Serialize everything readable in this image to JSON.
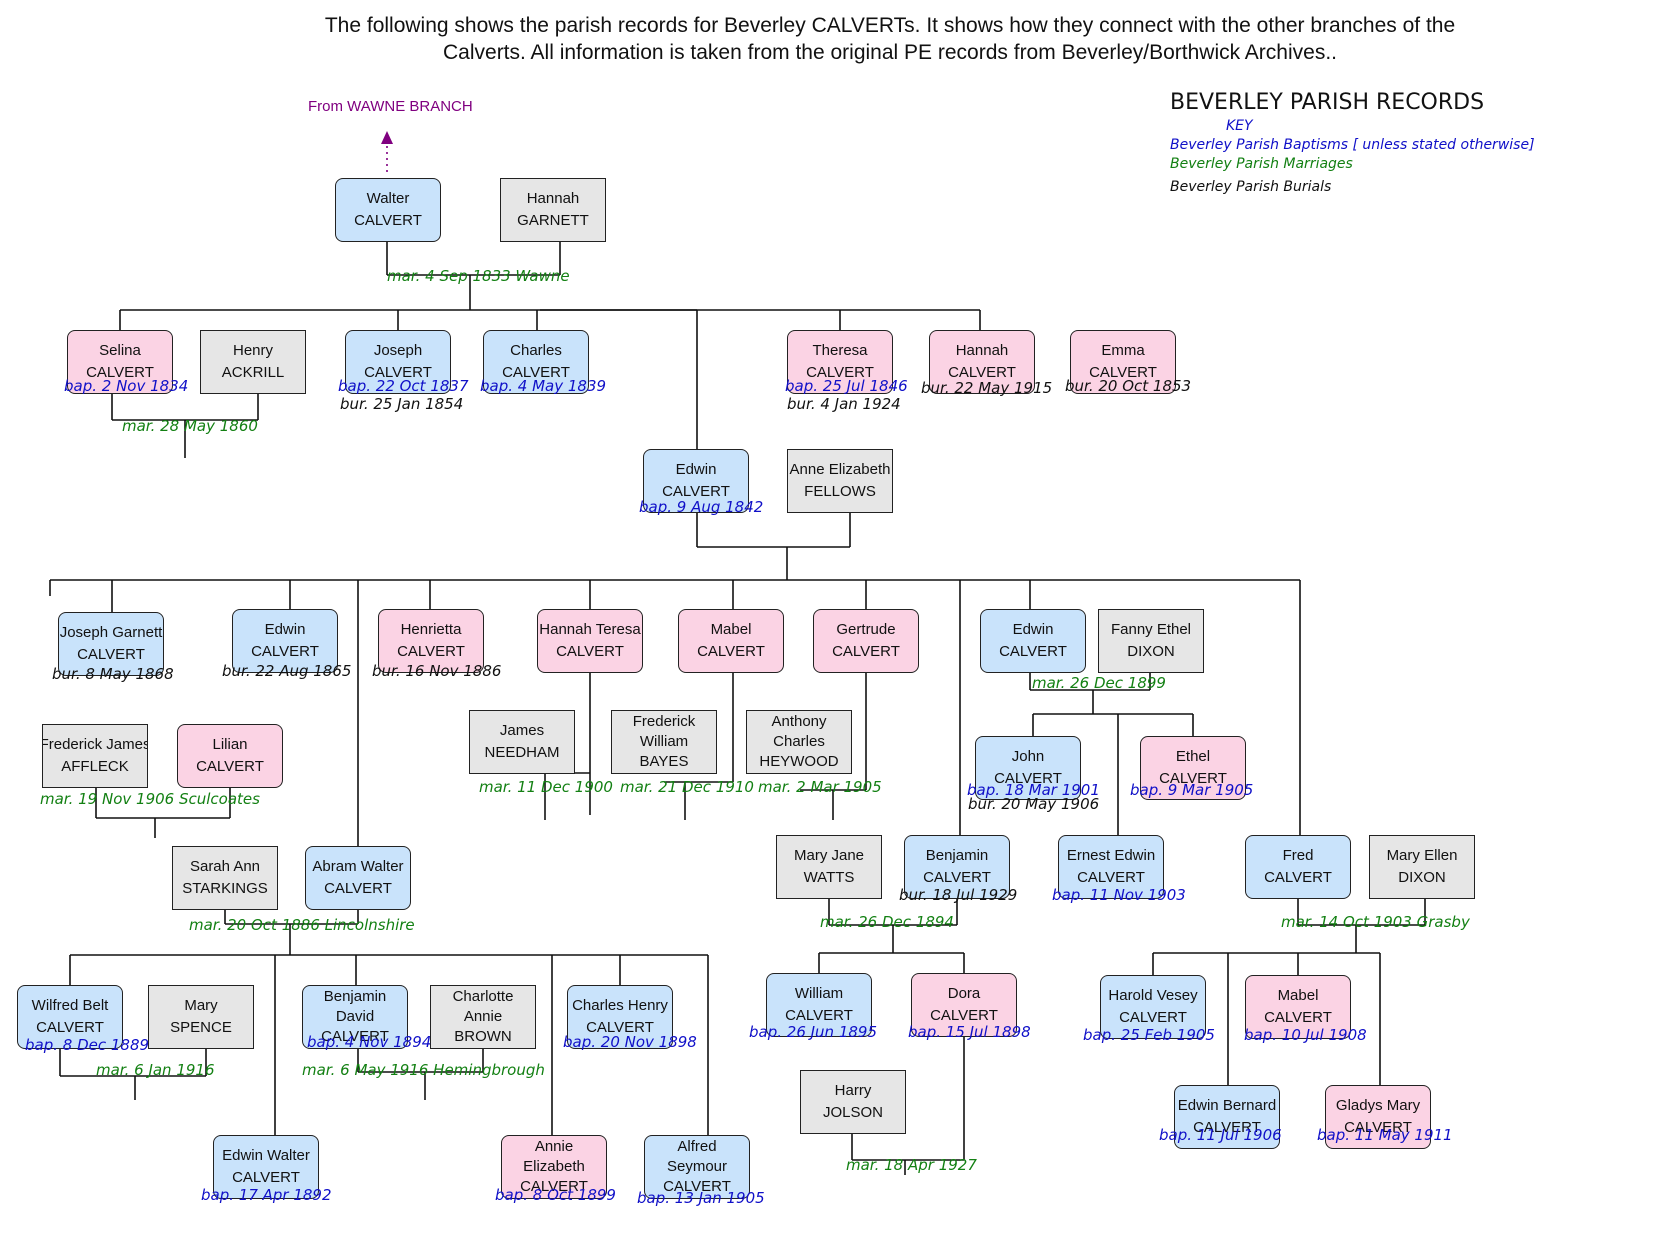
{
  "heading": {
    "line1": "The following shows the parish records for Beverley CALVERTs. It shows how they connect with the other branches of the",
    "line2": "Calverts. All information is taken from the original PE records from Beverley/Borthwick Archives.."
  },
  "key": {
    "title": "BEVERLEY PARISH RECORDS",
    "label": "KEY",
    "baptisms": "Beverley Parish Baptisms [ unless stated otherwise]",
    "marriages": "Beverley Parish Marriages",
    "burials": "Beverley Parish Burials"
  },
  "colors": {
    "male": "#c9e3fb",
    "female": "#fbd3e4",
    "spouse": "#e6e6e6",
    "baptism": "#1010c8",
    "marriage": "#138013",
    "branch": "#800080"
  },
  "branch_label": "From WAWNE BRANCH",
  "people": [
    {
      "id": "walter",
      "g": "m",
      "lines": [
        "Walter",
        "CALVERT"
      ]
    },
    {
      "id": "hannah_garnett",
      "g": "o",
      "lines": [
        "Hannah",
        "GARNETT"
      ]
    },
    {
      "id": "selina",
      "g": "f",
      "lines": [
        "Selina",
        "CALVERT"
      ]
    },
    {
      "id": "henry_ackrill",
      "g": "o",
      "lines": [
        "Henry",
        "ACKRILL"
      ]
    },
    {
      "id": "joseph",
      "g": "m",
      "lines": [
        "Joseph",
        "CALVERT"
      ]
    },
    {
      "id": "charles",
      "g": "m",
      "lines": [
        "Charles",
        "CALVERT"
      ]
    },
    {
      "id": "theresa",
      "g": "f",
      "lines": [
        "Theresa",
        "CALVERT"
      ]
    },
    {
      "id": "hannah_c",
      "g": "f",
      "lines": [
        "Hannah",
        "CALVERT"
      ]
    },
    {
      "id": "emma",
      "g": "f",
      "lines": [
        "Emma",
        "CALVERT"
      ]
    },
    {
      "id": "edwin1",
      "g": "m",
      "lines": [
        "Edwin",
        "CALVERT"
      ]
    },
    {
      "id": "anne_fellows",
      "g": "o",
      "lines": [
        "Anne Elizabeth",
        "FELLOWS"
      ]
    },
    {
      "id": "joseph_garnett",
      "g": "m",
      "lines": [
        "Joseph Garnett",
        "CALVERT"
      ]
    },
    {
      "id": "edwin2",
      "g": "m",
      "lines": [
        "Edwin",
        "CALVERT"
      ]
    },
    {
      "id": "henrietta",
      "g": "f",
      "lines": [
        "Henrietta",
        "CALVERT"
      ]
    },
    {
      "id": "hannah_teresa",
      "g": "f",
      "lines": [
        "Hannah Teresa",
        "CALVERT"
      ]
    },
    {
      "id": "mabel1",
      "g": "f",
      "lines": [
        "Mabel",
        "CALVERT"
      ]
    },
    {
      "id": "gertrude",
      "g": "f",
      "lines": [
        "Gertrude",
        "CALVERT"
      ]
    },
    {
      "id": "edwin3",
      "g": "m",
      "lines": [
        "Edwin",
        "CALVERT"
      ]
    },
    {
      "id": "fanny",
      "g": "o",
      "lines": [
        "Fanny Ethel",
        "DIXON"
      ]
    },
    {
      "id": "frederick_affleck",
      "g": "o",
      "lines": [
        "Frederick James",
        "AFFLECK"
      ]
    },
    {
      "id": "lilian",
      "g": "f",
      "lines": [
        "Lilian",
        "CALVERT"
      ]
    },
    {
      "id": "james_needham",
      "g": "o",
      "lines": [
        "James",
        "NEEDHAM"
      ]
    },
    {
      "id": "frederick_bayes",
      "g": "o",
      "lines": [
        "Frederick",
        "William",
        "BAYES"
      ]
    },
    {
      "id": "anthony",
      "g": "o",
      "lines": [
        "Anthony",
        "Charles",
        "HEYWOOD"
      ]
    },
    {
      "id": "john",
      "g": "m",
      "lines": [
        "John",
        "CALVERT"
      ]
    },
    {
      "id": "ethel",
      "g": "f",
      "lines": [
        "Ethel",
        "CALVERT"
      ]
    },
    {
      "id": "sarah",
      "g": "o",
      "lines": [
        "Sarah Ann",
        "STARKINGS"
      ]
    },
    {
      "id": "abram",
      "g": "m",
      "lines": [
        "Abram Walter",
        "CALVERT"
      ]
    },
    {
      "id": "mary_watts",
      "g": "o",
      "lines": [
        "Mary Jane",
        "WATTS"
      ]
    },
    {
      "id": "benjamin",
      "g": "m",
      "lines": [
        "Benjamin",
        "CALVERT"
      ]
    },
    {
      "id": "ernest",
      "g": "m",
      "lines": [
        "Ernest Edwin",
        "CALVERT"
      ]
    },
    {
      "id": "fred",
      "g": "m",
      "lines": [
        "Fred",
        "CALVERT"
      ]
    },
    {
      "id": "mary_dixon",
      "g": "o",
      "lines": [
        "Mary Ellen",
        "DIXON"
      ]
    },
    {
      "id": "wilfred",
      "g": "m",
      "lines": [
        "Wilfred Belt",
        "CALVERT"
      ]
    },
    {
      "id": "mary_spence",
      "g": "o",
      "lines": [
        "Mary",
        "SPENCE"
      ]
    },
    {
      "id": "benjamin_david",
      "g": "m",
      "lines": [
        "Benjamin",
        "David",
        "CALVERT"
      ]
    },
    {
      "id": "charlotte",
      "g": "o",
      "lines": [
        "Charlotte",
        "Annie",
        "BROWN"
      ]
    },
    {
      "id": "charles_henry",
      "g": "m",
      "lines": [
        "Charles Henry",
        "CALVERT"
      ]
    },
    {
      "id": "william",
      "g": "m",
      "lines": [
        "William",
        "CALVERT"
      ]
    },
    {
      "id": "dora",
      "g": "f",
      "lines": [
        "Dora",
        "CALVERT"
      ]
    },
    {
      "id": "harold",
      "g": "m",
      "lines": [
        "Harold Vesey",
        "CALVERT"
      ]
    },
    {
      "id": "mabel2",
      "g": "f",
      "lines": [
        "Mabel",
        "CALVERT"
      ]
    },
    {
      "id": "edwin_walter",
      "g": "m",
      "lines": [
        "Edwin Walter",
        "CALVERT"
      ]
    },
    {
      "id": "annie_elizabeth",
      "g": "f",
      "lines": [
        "Annie",
        "Elizabeth",
        "CALVERT"
      ]
    },
    {
      "id": "alfred",
      "g": "m",
      "lines": [
        "Alfred",
        "Seymour",
        "CALVERT"
      ]
    },
    {
      "id": "harry",
      "g": "o",
      "lines": [
        "Harry",
        "JOLSON"
      ]
    },
    {
      "id": "edwin_bernard",
      "g": "m",
      "lines": [
        "Edwin Bernard",
        "CALVERT"
      ]
    },
    {
      "id": "gladys",
      "g": "f",
      "lines": [
        "Gladys Mary",
        "CALVERT"
      ]
    }
  ],
  "labels": [
    {
      "id": "l01",
      "t": "mar",
      "text": "mar. 4 Sep 1833 Wawne"
    },
    {
      "id": "l02",
      "t": "bap",
      "text": "bap. 2 Nov 1834"
    },
    {
      "id": "l03",
      "t": "bap",
      "text": "bap. 22 Oct 1837"
    },
    {
      "id": "l04",
      "t": "bur",
      "text": "bur. 25 Jan 1854"
    },
    {
      "id": "l05",
      "t": "bap",
      "text": "bap. 4 May 1839"
    },
    {
      "id": "l06",
      "t": "bap",
      "text": "bap. 25 Jul 1846"
    },
    {
      "id": "l07",
      "t": "bur",
      "text": "bur. 4 Jan 1924"
    },
    {
      "id": "l08",
      "t": "bur",
      "text": "bur. 22 May 1915"
    },
    {
      "id": "l09",
      "t": "bur",
      "text": "bur. 20 Oct 1853"
    },
    {
      "id": "l10",
      "t": "mar",
      "text": "mar. 28 May 1860"
    },
    {
      "id": "l11",
      "t": "bap",
      "text": "bap. 9 Aug 1842"
    },
    {
      "id": "l12",
      "t": "bur",
      "text": "bur. 8 May 1868"
    },
    {
      "id": "l13",
      "t": "bur",
      "text": "bur. 22 Aug 1865"
    },
    {
      "id": "l14",
      "t": "bur",
      "text": "bur. 16 Nov 1886"
    },
    {
      "id": "l15",
      "t": "mar",
      "text": "mar. 26 Dec 1899"
    },
    {
      "id": "l16",
      "t": "mar",
      "text": "mar. 19 Nov 1906 Sculcoates"
    },
    {
      "id": "l17",
      "t": "mar",
      "text": "mar. 11 Dec 1900"
    },
    {
      "id": "l18",
      "t": "mar",
      "text": "mar. 21 Dec 1910"
    },
    {
      "id": "l19",
      "t": "mar",
      "text": "mar. 2 Mar 1905"
    },
    {
      "id": "l20",
      "t": "bap",
      "text": "bap. 18 Mar 1901"
    },
    {
      "id": "l21",
      "t": "bur",
      "text": "bur. 20 May 1906"
    },
    {
      "id": "l22",
      "t": "bap",
      "text": "bap. 9 Mar 1905"
    },
    {
      "id": "l23",
      "t": "bur",
      "text": "bur. 18 Jul 1929"
    },
    {
      "id": "l24",
      "t": "bap",
      "text": "bap. 11 Nov 1903"
    },
    {
      "id": "l25",
      "t": "mar",
      "text": "mar. 20 Oct 1886 Lincolnshire"
    },
    {
      "id": "l26",
      "t": "mar",
      "text": "mar. 26 Dec 1894"
    },
    {
      "id": "l27",
      "t": "mar",
      "text": "mar. 14 Oct 1903 Grasby"
    },
    {
      "id": "l28",
      "t": "bap",
      "text": "bap. 8 Dec 1889"
    },
    {
      "id": "l29",
      "t": "mar",
      "text": "mar. 6 Jan 1916"
    },
    {
      "id": "l30",
      "t": "bap",
      "text": "bap. 4 Nov 1894"
    },
    {
      "id": "l31",
      "t": "mar",
      "text": "mar. 6 May 1916 Hemingbrough"
    },
    {
      "id": "l32",
      "t": "bap",
      "text": "bap. 20 Nov 1898"
    },
    {
      "id": "l33",
      "t": "bap",
      "text": "bap. 26 Jun 1895"
    },
    {
      "id": "l34",
      "t": "bap",
      "text": "bap. 15 Jul 1898"
    },
    {
      "id": "l35",
      "t": "bap",
      "text": "bap. 25 Feb 1905"
    },
    {
      "id": "l36",
      "t": "bap",
      "text": "bap. 10 Jul 1908"
    },
    {
      "id": "l37",
      "t": "bap",
      "text": "bap. 17 Apr 1892"
    },
    {
      "id": "l38",
      "t": "bap",
      "text": "bap. 8 Oct 1899"
    },
    {
      "id": "l39",
      "t": "bap",
      "text": "bap. 13 Jan 1905"
    },
    {
      "id": "l40",
      "t": "mar",
      "text": "mar. 18 Apr 1927"
    },
    {
      "id": "l41",
      "t": "bap",
      "text": "bap. 11 Jul 1906"
    },
    {
      "id": "l42",
      "t": "bap",
      "text": "bap. 11 May 1911"
    }
  ]
}
